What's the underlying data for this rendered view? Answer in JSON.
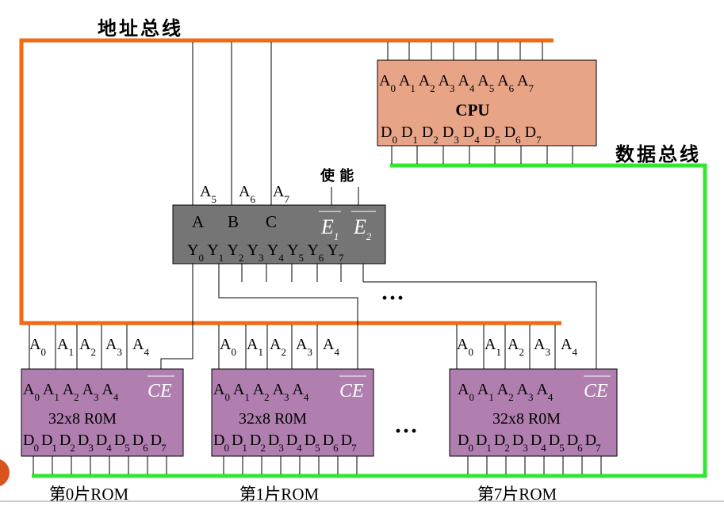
{
  "labels": {
    "address_bus": "地址总线",
    "data_bus": "数据总线",
    "enable": "使 能",
    "ellipsis": "···"
  },
  "colors": {
    "address_bus": "#ef6a12",
    "data_bus": "#33e633",
    "cpu_fill": "#e8a487",
    "decoder_fill": "#757575",
    "rom_fill": "#b07fb0",
    "page_badge": "#d9531e"
  },
  "cpu": {
    "name": "CPU",
    "address_pins": [
      "A0",
      "A1",
      "A2",
      "A3",
      "A4",
      "A5",
      "A6",
      "A7"
    ],
    "data_pins": [
      "D0",
      "D1",
      "D2",
      "D3",
      "D4",
      "D5",
      "D6",
      "D7"
    ]
  },
  "decoder": {
    "address_inputs": [
      "A5",
      "A6",
      "A7"
    ],
    "inputs": [
      "A",
      "B",
      "C"
    ],
    "enables": [
      "E1",
      "E2"
    ],
    "outputs": [
      "Y0",
      "Y1",
      "Y2",
      "Y3",
      "Y4",
      "Y5",
      "Y6",
      "Y7"
    ]
  },
  "rom_chips": [
    {
      "title": "32x8 R0M",
      "caption": "第0片ROM",
      "chip_select": "CE",
      "address_lines": [
        "A0",
        "A1",
        "A2",
        "A3",
        "A4"
      ],
      "address_pins": [
        "A0",
        "A1",
        "A2",
        "A3",
        "A4"
      ],
      "data_pins": [
        "D0",
        "D1",
        "D2",
        "D3",
        "D4",
        "D5",
        "D6",
        "D7"
      ]
    },
    {
      "title": "32x8 R0M",
      "caption": "第1片ROM",
      "chip_select": "CE",
      "address_lines": [
        "A0",
        "A1",
        "A2",
        "A3",
        "A4"
      ],
      "address_pins": [
        "A0",
        "A1",
        "A2",
        "A3",
        "A4"
      ],
      "data_pins": [
        "D0",
        "D1",
        "D2",
        "D3",
        "D4",
        "D5",
        "D6",
        "D7"
      ]
    },
    {
      "title": "32x8 R0M",
      "caption": "第7片ROM",
      "chip_select": "CE",
      "address_lines": [
        "A0",
        "A1",
        "A2",
        "A3",
        "A4"
      ],
      "address_pins": [
        "A0",
        "A1",
        "A2",
        "A3",
        "A4"
      ],
      "data_pins": [
        "D0",
        "D1",
        "D2",
        "D3",
        "D4",
        "D5",
        "D6",
        "D7"
      ]
    }
  ]
}
